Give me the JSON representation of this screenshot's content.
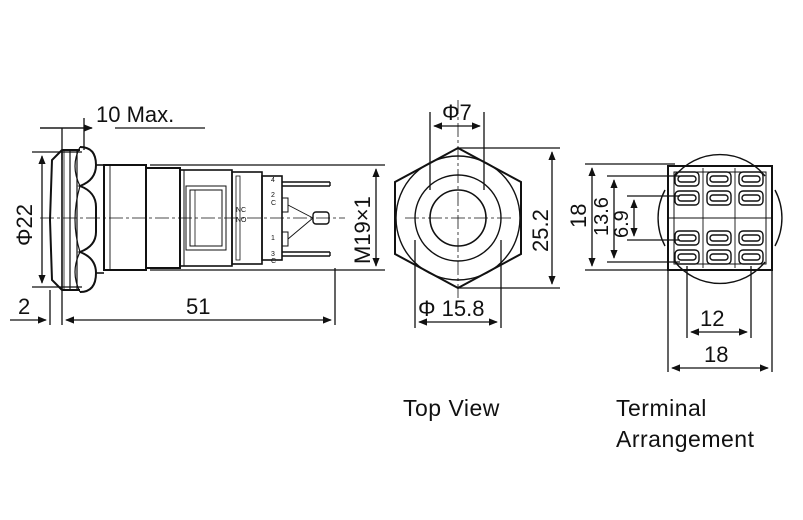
{
  "side_view": {
    "dim_max_length": "10 Max.",
    "dim_diameter": "Φ22",
    "dim_thread": "M19×1",
    "dim_left_offset": "2",
    "dim_total_length": "51",
    "terminal_labels": [
      "4",
      "2",
      "C",
      "NC",
      "NO",
      "1",
      "3",
      "C"
    ]
  },
  "top_view": {
    "dim_lens_diameter": "Φ7",
    "dim_hex_flats": "25.2",
    "dim_ring_diameter": "Φ 15.8",
    "caption": "Top View"
  },
  "terminal_view": {
    "dim_outer_height": "18",
    "dim_row_spacing": "13.6",
    "dim_inner_spacing": "6.9",
    "dim_col_spacing": "12",
    "dim_width": "18",
    "caption_line1": "Terminal",
    "caption_line2": "Arrangement"
  }
}
